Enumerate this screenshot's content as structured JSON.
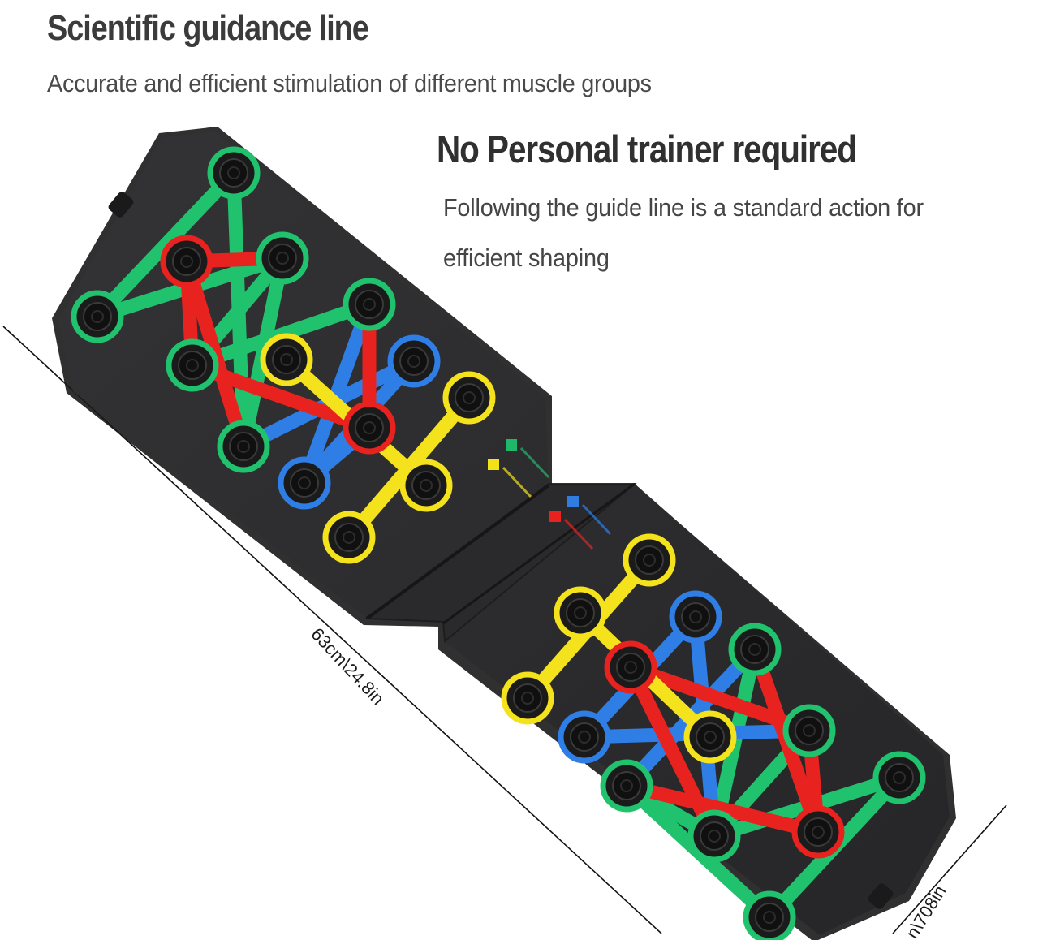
{
  "header": {
    "title": "Scientific guidance line",
    "subtitle": "Accurate and efficient stimulation of different muscle groups"
  },
  "feature": {
    "title": "No Personal trainer required",
    "description_line1": "Following the guide line is a standard action for",
    "description_line2": "efficient shaping"
  },
  "dimensions": {
    "length_label": "63cm\\24.8in",
    "width_label_visible": "n\\708in"
  },
  "legend": [
    {
      "color": "#1fb86a"
    },
    {
      "color": "#f2e21a"
    },
    {
      "color": "#2f7de0"
    },
    {
      "color": "#e8231f"
    }
  ],
  "colors": {
    "board": "#2c2c2e",
    "board_edge": "#1b1b1c",
    "chest": "#21c26e",
    "shoulder": "#f4e21c",
    "triceps": "#2f7ee6",
    "back": "#e8231f"
  },
  "icons": [
    "push-up-peg-icon",
    "hanging-hole-icon"
  ]
}
